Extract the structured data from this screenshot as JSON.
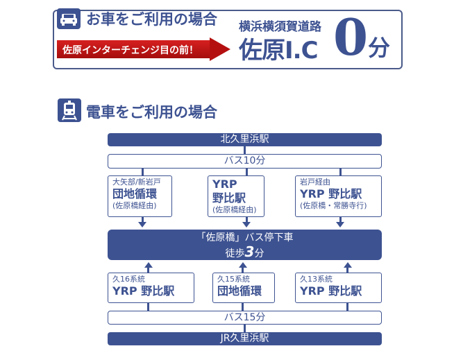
{
  "car": {
    "title": "お車をご利用の場合",
    "banner": "佐原インターチェンジ目の前！",
    "highway": "横浜横須賀道路",
    "ic": "佐原I.C",
    "minutes": "0",
    "unit": "分"
  },
  "train": {
    "title": "電車をご利用の場合",
    "top_station": "北久里浜駅",
    "top_bus": "バス10分",
    "top_routes": [
      {
        "sub": "大矢部/新岩戸",
        "main": "団地循環",
        "note": "(佐原橋経由)"
      },
      {
        "sub": "YRP",
        "main": "野比駅",
        "note": "(佐原橋経由)"
      },
      {
        "sub": "岩戸経由",
        "main": "YRP 野比駅",
        "note": "(佐原橋・常勝寺行)"
      }
    ],
    "stop_line1": "「佐原橋」バス停下車",
    "stop_walk_prefix": "徒歩",
    "stop_walk_num": "3",
    "stop_walk_unit": "分",
    "bottom_routes": [
      {
        "sub": "久16系統",
        "main": "YRP 野比駅"
      },
      {
        "sub": "久15系統",
        "main": "団地循環"
      },
      {
        "sub": "久13系統",
        "main": "YRP 野比駅"
      }
    ],
    "bottom_bus": "バス15分",
    "bottom_station": "JR久里浜駅"
  },
  "colors": {
    "navy": "#3d5291",
    "red": "#c01515"
  }
}
